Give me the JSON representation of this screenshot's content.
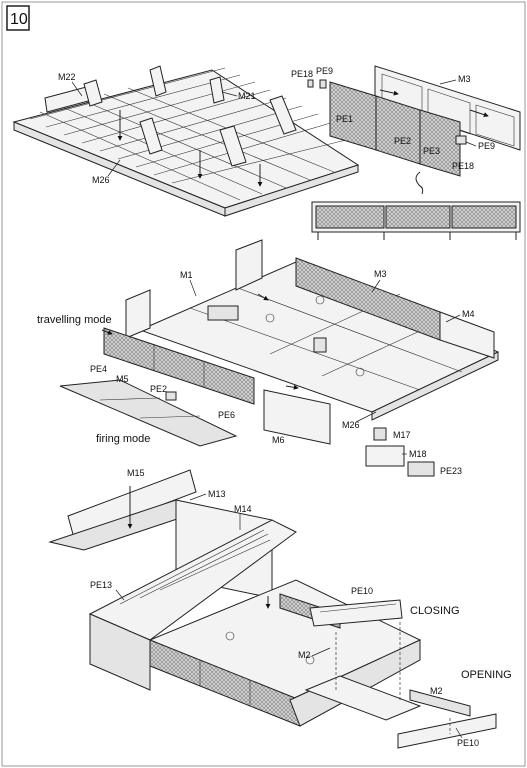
{
  "step": {
    "number": "10"
  },
  "colors": {
    "line": "#222222",
    "mesh": "#777777",
    "paper": "#ffffff",
    "fill": "#f3f3f3"
  },
  "labels": {
    "m22": "M22",
    "m21": "M21",
    "m26_top": "M26",
    "pe18_a": "PE18",
    "pe9_a": "PE9",
    "m3_top": "M3",
    "pe1": "PE1",
    "pe2": "PE2",
    "pe3": "PE3",
    "pe9_b": "PE9",
    "pe18_b": "PE18",
    "m1": "M1",
    "m3_mid": "M3",
    "m4": "M4",
    "travelling_mode": "travelling mode",
    "pe4": "PE4",
    "m5": "M5",
    "pe2_mid": "PE2",
    "pe6": "PE6",
    "firing_mode": "firing mode",
    "m6": "M6",
    "m26_mid": "M26",
    "m17": "M17",
    "m18": "M18",
    "pe23": "PE23",
    "m15": "M15",
    "m13": "M13",
    "m14": "M14",
    "pe13": "PE13",
    "pe10_a": "PE10",
    "closing": "CLOSING",
    "m2_a": "M2",
    "opening": "OPENING",
    "m2_b": "M2",
    "pe10_b": "PE10"
  }
}
